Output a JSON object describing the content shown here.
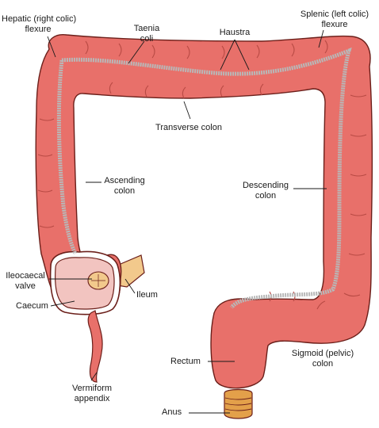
{
  "labels": {
    "hepatic_flexure": [
      "Hepatic (right colic)",
      "flexure"
    ],
    "taenia_coli": [
      "Taenia",
      "coli"
    ],
    "haustra": "Haustra",
    "splenic_flexure": [
      "Splenic (left colic)",
      "flexure"
    ],
    "transverse_colon": "Transverse colon",
    "ascending_colon": [
      "Ascending",
      "colon"
    ],
    "descending_colon": [
      "Descending",
      "colon"
    ],
    "ileocaecal_valve": [
      "Ileocaecal",
      "valve"
    ],
    "ileum": "Ileum",
    "caecum": "Caecum",
    "sigmoid_colon": [
      "Sigmoid (pelvic)",
      "colon"
    ],
    "rectum": "Rectum",
    "vermiform_appendix": [
      "Vermiform",
      "appendix"
    ],
    "anus": "Anus"
  },
  "colors": {
    "colon_fill": "#e8706a",
    "colon_outline": "#6b1f1a",
    "haustra_fold": "#b84a44",
    "taenia_band": "#b8b8b8",
    "caecum_interior": "#f2c4c0",
    "ileum_fill": "#f2c98c",
    "anus_fill": "#e3a04a",
    "label_text": "#1a1a1a",
    "pointer_line": "#1a1a1a"
  }
}
